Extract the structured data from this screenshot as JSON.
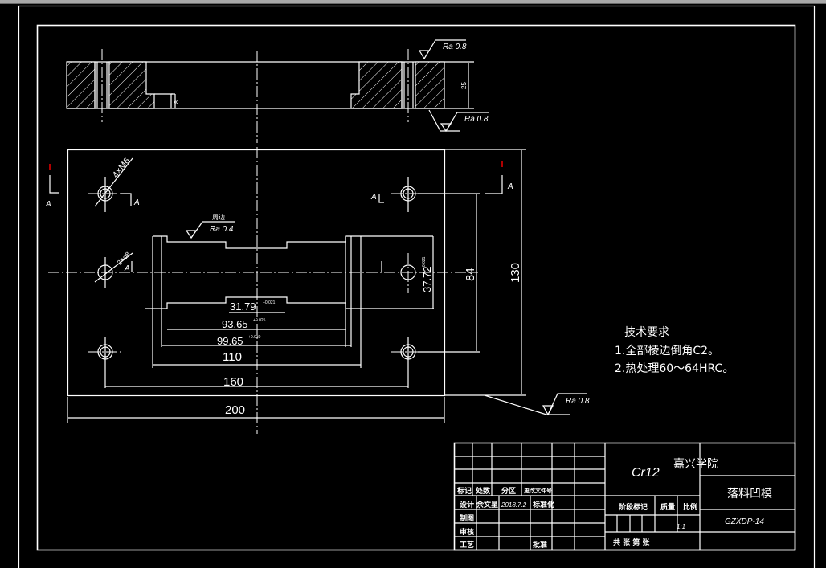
{
  "app": {
    "window_title": "",
    "background": "#000000",
    "line_color": "#ffffff"
  },
  "drawing": {
    "section_view": {
      "dim_height": "25",
      "dim_step": "8",
      "roughness_top": "Ra 0.8",
      "roughness_bottom": "Ra 0.8"
    },
    "plan_view": {
      "hole_label_threaded": "4×M6",
      "hole_label_pin": "2×φ8",
      "section_marker": "A",
      "cavity_note": "周边",
      "cavity_roughness": "Ra 0.4",
      "dims": {
        "d_31_79": "31.79",
        "d_31_79_tol": "+0.021",
        "d_31_79_tol_low": "0",
        "d_93_65": "93.65",
        "d_93_65_tol": "+0.025",
        "d_93_65_tol_low": "0",
        "d_99_65": "99.65",
        "d_99_65_tol": "+0.030",
        "d_99_65_tol_low": "0",
        "d_110": "110",
        "d_160": "160",
        "d_200": "200",
        "d_37_72": "37.72",
        "d_37_72_tol": "+0.021",
        "d_37_72_tol_low": "0",
        "d_84": "84",
        "d_130": "130"
      },
      "outer_roughness": "Ra 0.8"
    },
    "tech_requirements": {
      "title": "技术要求",
      "items": [
        "1.全部棱边倒角C2。",
        "2.热处理60～64HRC。"
      ]
    },
    "title_block": {
      "material": "Cr12",
      "school": "嘉兴学院",
      "part_name": "落料凹模",
      "drawing_no": "GZXDP-14",
      "scale": "1:1",
      "headers": {
        "mark": "标记",
        "count": "处数",
        "zone": "分区",
        "change_doc": "更改文件号",
        "design": "设计",
        "designer": "余文星",
        "date": "2018.7.2",
        "standardize": "标准化",
        "draw": "制图",
        "review": "审核",
        "process": "工艺",
        "approve": "批准",
        "stage_mark": "阶段标记",
        "weight": "质量",
        "ratio": "比例",
        "sheets": "共 张 第 张"
      }
    }
  }
}
